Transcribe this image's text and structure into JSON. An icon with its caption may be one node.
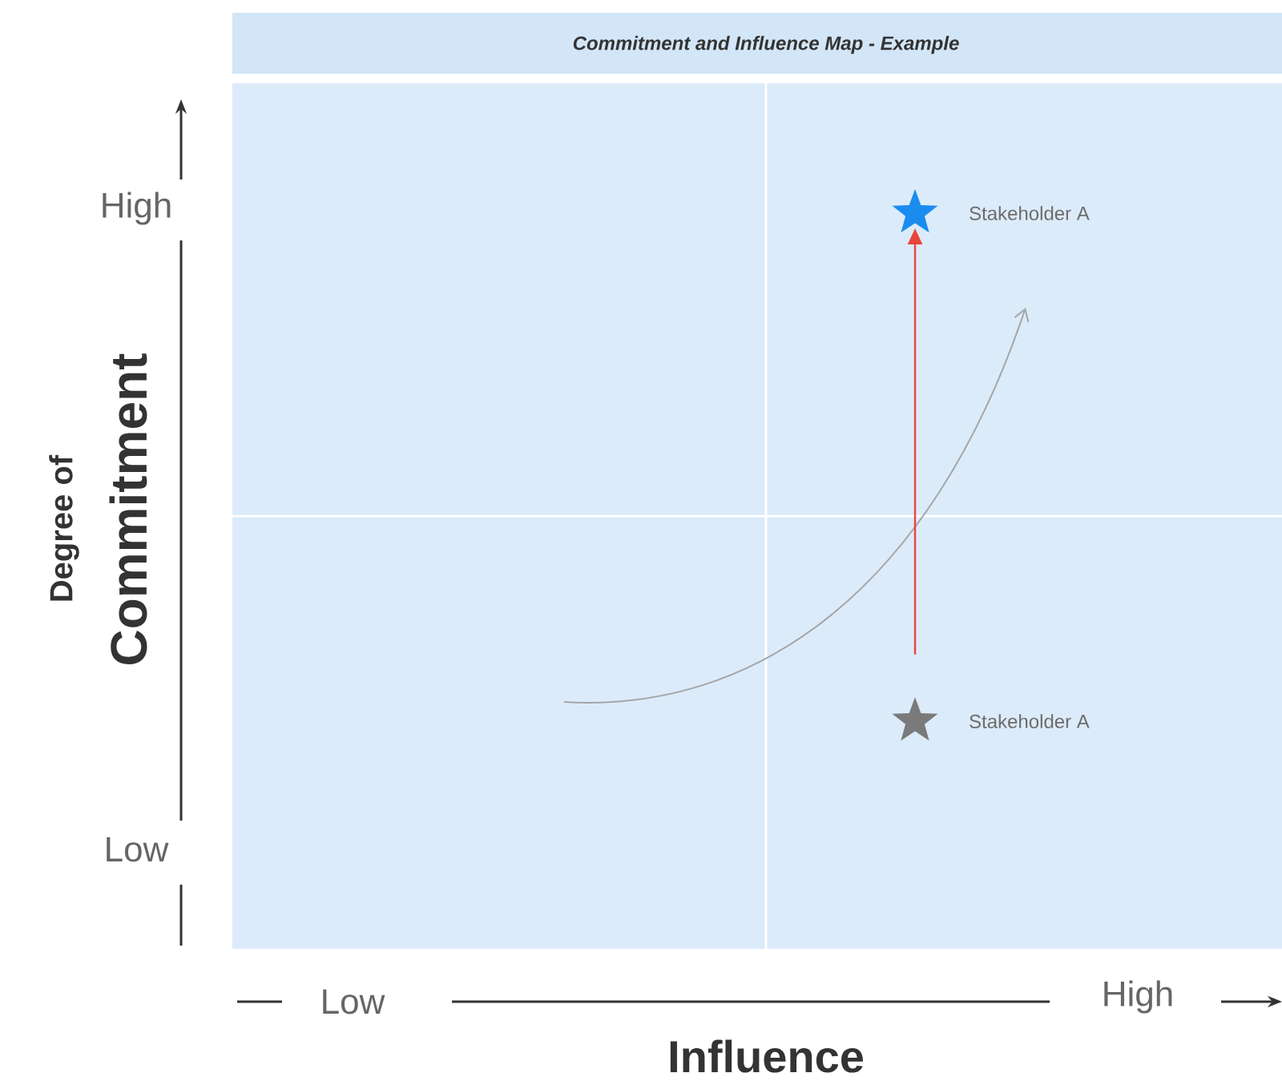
{
  "diagram": {
    "title": "Commitment and Influence Map - Example",
    "nodes": [
      {
        "text": [],
        "shape": "star",
        "beside": [
          "Stakeholder A"
        ]
      },
      {
        "text": [],
        "shape": "star",
        "beside": [
          "Stakeholder A"
        ]
      }
    ],
    "edges": [
      {
        "from": 1,
        "to": 0,
        "arrow": "to",
        "color": "#e8453c"
      }
    ],
    "labels": [
      "High",
      "Degree of",
      "Commitment",
      "Low",
      "Low",
      "High",
      "Influence"
    ]
  }
}
